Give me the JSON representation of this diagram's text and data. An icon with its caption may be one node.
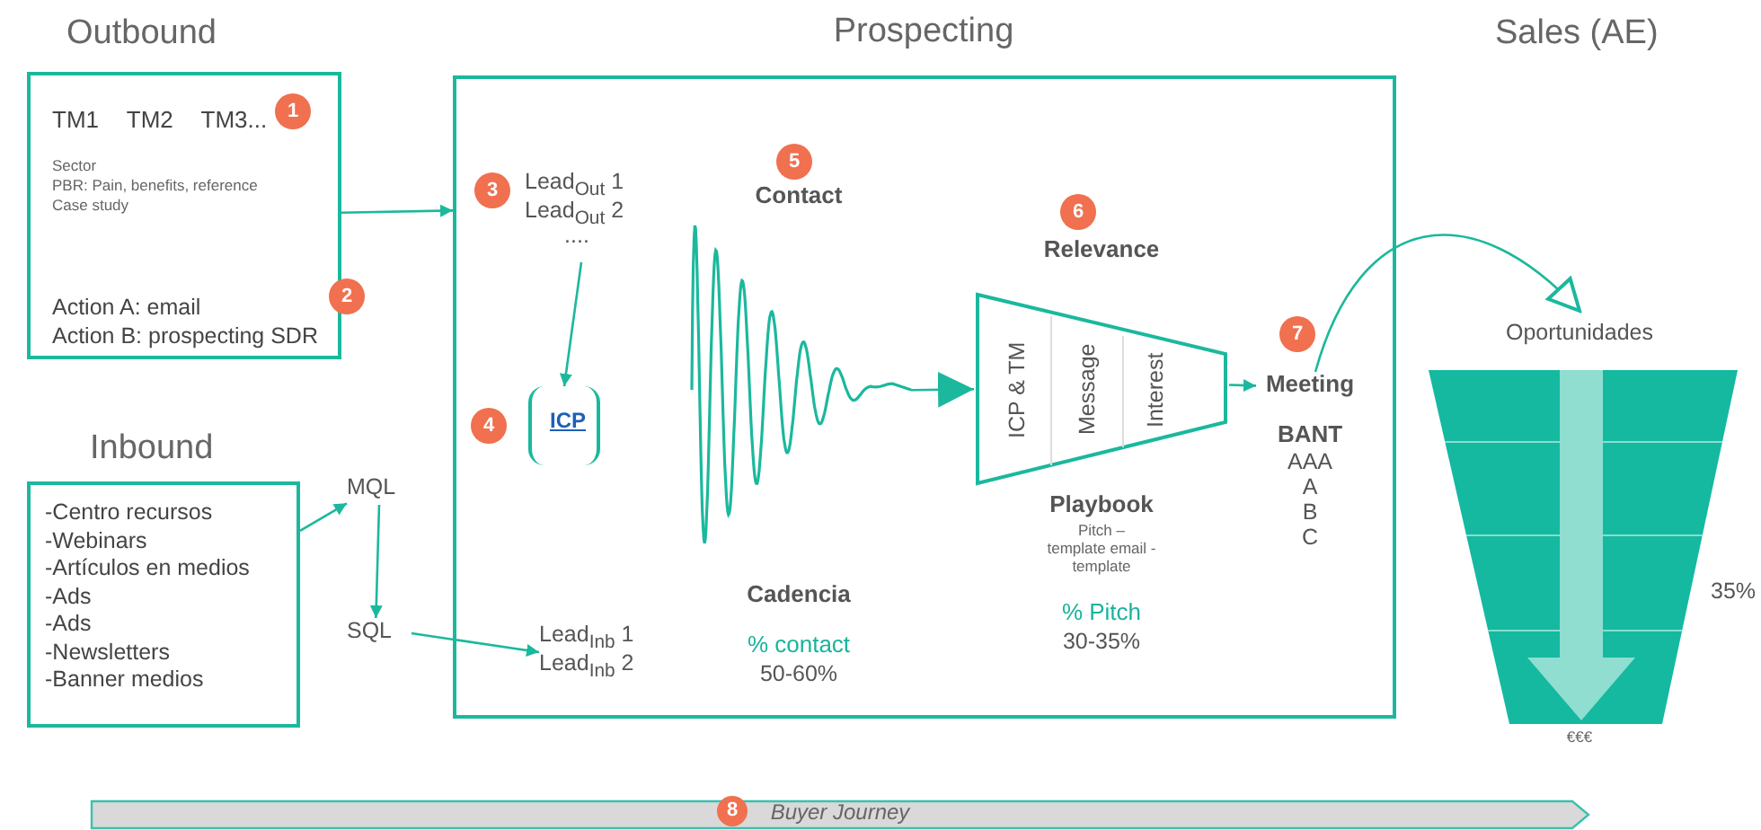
{
  "diagram": {
    "nodes": [
      {
        "text": [
          "Outbound",
          "TM1 TM2 TM3...",
          "Sector",
          "PBR:  Pain, benefits, reference",
          "Case study",
          "Action A: email",
          "Action B: prospecting SDR"
        ]
      },
      {
        "text": [
          "Inbound",
          "-Centro recursos",
          "-Webinars",
          "-Artículos en medios",
          "-Ads",
          "-Ads",
          "-Newsletters",
          "-Banner medios"
        ]
      },
      {
        "text": [
          "Prospecting"
        ]
      },
      {
        "text": [
          "Lead$_{Out}$ 1",
          "Lead$_{Out}$ 2",
          "...."
        ],
        "in": 2
      },
      {
        "text": [
          "ICP"
        ],
        "in": 2
      },
      {
        "text": [
          "MQL"
        ]
      },
      {
        "text": [
          "SQL"
        ]
      },
      {
        "text": [
          "Lead$_{Inb}$ 1",
          "Lead$_{Inb}$ 2"
        ],
        "in": 2
      },
      {
        "text": [
          "Contact",
          "Cadencia",
          "% contact",
          "50-60%"
        ],
        "in": 2
      },
      {
        "text": [
          "Relevance",
          "ICP & TM",
          "Message",
          "Interest",
          "Playbook",
          "Pitch –",
          "template email -",
          "template",
          "% Pitch",
          "30-35%"
        ],
        "in": 2
      },
      {
        "text": [
          "Meeting",
          "BANT",
          "AAA",
          "A",
          "B",
          "C"
        ],
        "in": 2
      },
      {
        "text": [
          "Oportunidades",
          "€€€"
        ],
        "beside": [
          "35%"
        ]
      },
      {
        "text": [
          "Buyer Journey"
        ]
      }
    ],
    "edges": [
      {
        "from": 0,
        "to": 2,
        "arrow": "to"
      },
      {
        "from": 1,
        "to": 5,
        "arrow": "to"
      },
      {
        "from": 5,
        "to": 6,
        "arrow": "to"
      },
      {
        "from": 6,
        "to": 7,
        "arrow": "to"
      },
      {
        "from": 3,
        "to": 4,
        "arrow": "to"
      },
      {
        "from": 8,
        "to": 9,
        "arrow": "to"
      },
      {
        "from": 9,
        "to": 10,
        "arrow": "to"
      },
      {
        "from": 10,
        "to": 11,
        "arrow": "to"
      }
    ],
    "labels": [
      "Sales (AE)",
      "1",
      "2",
      "3",
      "4",
      "5",
      "6",
      "7",
      "8"
    ]
  }
}
